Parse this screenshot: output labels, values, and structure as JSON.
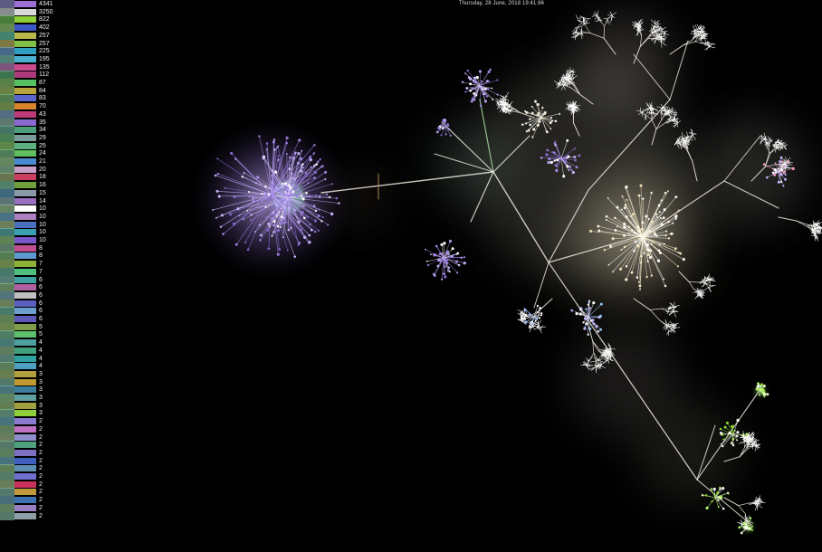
{
  "header": {
    "datetime": "Thursday, 28 June, 2018 19:41:86"
  },
  "legend": {
    "items": [
      {
        "count": "4341",
        "color": "#9b6fd6",
        "thumb": "#8f8cc6"
      },
      {
        "count": "3250",
        "color": "#d9d9d9",
        "thumb": "#cfd7d9"
      },
      {
        "count": "822",
        "color": "#8fcf3a",
        "thumb": "#6fbf5a"
      },
      {
        "count": "402",
        "color": "#3d57c8",
        "thumb": "#9acf7a"
      },
      {
        "count": "257",
        "color": "#b8b84a",
        "thumb": "#66c9a8"
      },
      {
        "count": "257",
        "color": "#7ec04a",
        "thumb": "#c2b865"
      },
      {
        "count": "225",
        "color": "#2f9fc0",
        "thumb": "#6f9fd0"
      },
      {
        "count": "195",
        "color": "#4bb0d0",
        "thumb": "#79c5b3"
      },
      {
        "count": "135",
        "color": "#c94b8c",
        "thumb": "#c07fbf"
      },
      {
        "count": "112",
        "color": "#ad3a7c",
        "thumb": "#5ab37b"
      },
      {
        "count": "87",
        "color": "#57c063",
        "thumb": "#88c46d"
      },
      {
        "count": "84",
        "color": "#b8a23a",
        "thumb": "#a2c46a"
      },
      {
        "count": "83",
        "color": "#5a67c8",
        "thumb": "#7bbd78"
      },
      {
        "count": "70",
        "color": "#d9842a",
        "thumb": "#96c26a"
      },
      {
        "count": "43",
        "color": "#c03a7a",
        "thumb": "#7fa7c9"
      },
      {
        "count": "35",
        "color": "#8a6ad0",
        "thumb": "#8fb8a8"
      },
      {
        "count": "34",
        "color": "#4c9f7c",
        "thumb": "#6ab09a"
      },
      {
        "count": "29",
        "color": "#7a9a9a",
        "thumb": "#6fbf7f"
      },
      {
        "count": "25",
        "color": "#5cb080",
        "thumb": "#8fcf6f"
      },
      {
        "count": "24",
        "color": "#5fbf5f",
        "thumb": "#79c08a"
      },
      {
        "count": "21",
        "color": "#4a8ad0",
        "thumb": "#9ad08f"
      },
      {
        "count": "20",
        "color": "#c9a0c9",
        "thumb": "#8fc89f"
      },
      {
        "count": "18",
        "color": "#c94060",
        "thumb": "#a0b07a"
      },
      {
        "count": "16",
        "color": "#6f9f3a",
        "thumb": "#7ec4a0"
      },
      {
        "count": "15",
        "color": "#8a9aa8",
        "thumb": "#5fa0c0"
      },
      {
        "count": "14",
        "color": "#9a6fc0",
        "thumb": "#89b0b6"
      },
      {
        "count": "10",
        "color": "#ffffff",
        "thumb": "#9fc79a"
      },
      {
        "count": "10",
        "color": "#b07fbf",
        "thumb": "#6fb0cf"
      },
      {
        "count": "10",
        "color": "#4a70c0",
        "thumb": "#a8c28a"
      },
      {
        "count": "10",
        "color": "#3a9fb0",
        "thumb": "#5fb8b0"
      },
      {
        "count": "10",
        "color": "#7a57c8",
        "thumb": "#8fc87f"
      },
      {
        "count": "8",
        "color": "#bf4f8f",
        "thumb": "#88b899"
      },
      {
        "count": "8",
        "color": "#5f9ad0",
        "thumb": "#7fbf7f"
      },
      {
        "count": "7",
        "color": "#8fb03a",
        "thumb": "#a0c870"
      },
      {
        "count": "7",
        "color": "#4fbf7f",
        "thumb": "#6fb89f"
      },
      {
        "count": "6",
        "color": "#3fa0a0",
        "thumb": "#80c0b0"
      },
      {
        "count": "6",
        "color": "#b05fa0",
        "thumb": "#90c08a"
      },
      {
        "count": "6",
        "color": "#c0c0c0",
        "thumb": "#7fb0c0"
      },
      {
        "count": "6",
        "color": "#5a60c0",
        "thumb": "#9fc28a"
      },
      {
        "count": "6",
        "color": "#6a9fd0",
        "thumb": "#70b8a0"
      },
      {
        "count": "6",
        "color": "#5f5ab8",
        "thumb": "#8fc080"
      },
      {
        "count": "5",
        "color": "#7f9f4a",
        "thumb": "#a0c878"
      },
      {
        "count": "5",
        "color": "#5fbf6f",
        "thumb": "#78c09a"
      },
      {
        "count": "4",
        "color": "#4f9f9f",
        "thumb": "#6fb8b0"
      },
      {
        "count": "4",
        "color": "#3fa07f",
        "thumb": "#90c090"
      },
      {
        "count": "4",
        "color": "#2f9f9f",
        "thumb": "#7fb8a8"
      },
      {
        "count": "4",
        "color": "#4fa0c0",
        "thumb": "#88c088"
      },
      {
        "count": "3",
        "color": "#b0a040",
        "thumb": "#9fc07a"
      },
      {
        "count": "3",
        "color": "#c09a30",
        "thumb": "#7fb89f"
      },
      {
        "count": "3",
        "color": "#3a7fa0",
        "thumb": "#6fb0b8"
      },
      {
        "count": "3",
        "color": "#5f9f9f",
        "thumb": "#8fc890"
      },
      {
        "count": "3",
        "color": "#a0a040",
        "thumb": "#98c07f"
      },
      {
        "count": "3",
        "color": "#8fcf3a",
        "thumb": "#7fc0a0"
      },
      {
        "count": "2",
        "color": "#8a7acf",
        "thumb": "#6fb0c0"
      },
      {
        "count": "2",
        "color": "#c070c0",
        "thumb": "#8fbf8a"
      },
      {
        "count": "2",
        "color": "#8f8fd0",
        "thumb": "#a0c090"
      },
      {
        "count": "2",
        "color": "#4fa07f",
        "thumb": "#7fb8a0"
      },
      {
        "count": "2",
        "color": "#7f6fc0",
        "thumb": "#88c08f"
      },
      {
        "count": "2",
        "color": "#3f5fbf",
        "thumb": "#6fb0c0"
      },
      {
        "count": "2",
        "color": "#5f8fb0",
        "thumb": "#8fc088"
      },
      {
        "count": "2",
        "color": "#6f6fcf",
        "thumb": "#7fbf9f"
      },
      {
        "count": "2",
        "color": "#c8325a",
        "thumb": "#a0c08a"
      },
      {
        "count": "2",
        "color": "#c09a3a",
        "thumb": "#7fb8a8"
      },
      {
        "count": "2",
        "color": "#3f70b0",
        "thumb": "#6fa8b8"
      },
      {
        "count": "2",
        "color": "#9a7fc0",
        "thumb": "#8fc090"
      },
      {
        "count": "2",
        "color": "#8f9fa8",
        "thumb": "#7fb89f"
      }
    ]
  }
}
